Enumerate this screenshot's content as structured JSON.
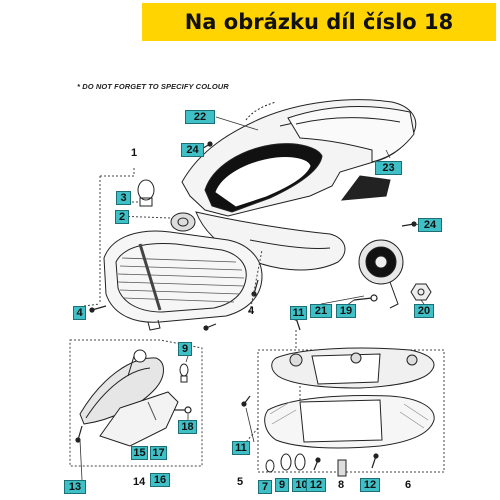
{
  "header": {
    "title": "Na obrázku díl číslo 18",
    "background": "#ffd400"
  },
  "diagram": {
    "note": "* DO NOT FORGET TO SPECIFY COLOUR",
    "highlight_color": "#3fc0c6",
    "labels": {
      "n22": "22",
      "n23": "23",
      "n24_top": "24",
      "n24_right": "24",
      "n1": "1",
      "n3": "3",
      "n2": "2",
      "n4_left": "4",
      "n4_mid": "4",
      "n21": "21",
      "n19": "19",
      "n20": "20",
      "n11_top": "11",
      "n11_bottom": "11",
      "n9": "9",
      "n18": "18",
      "n13": "13",
      "n15": "15",
      "n17": "17",
      "n14": "14",
      "n16": "16",
      "n5": "5",
      "n7": "7",
      "n10": "10",
      "n12_a": "12",
      "n8": "8",
      "n12_b": "12",
      "n6": "6"
    }
  }
}
